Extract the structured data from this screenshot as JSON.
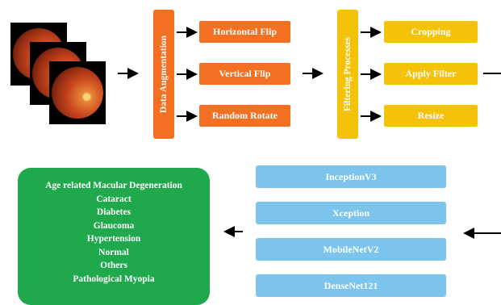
{
  "data_augmentation": {
    "label": "Data Augmentation",
    "steps": [
      "Horizontal Flip",
      "Vertical Flip",
      "Random Rotate"
    ]
  },
  "filtering": {
    "label": "Filtering Processes",
    "steps": [
      "Cropping",
      "Apply Filter",
      "Resize"
    ]
  },
  "models": [
    "InceptionV3",
    "Xception",
    "MobileNetV2",
    "DenseNet121"
  ],
  "outcomes": [
    "Age related Macular Degeneration",
    "Cataract",
    "Diabetes",
    "Glaucoma",
    "Hypertension",
    "Normal",
    "Others",
    "Pathological Myopia"
  ],
  "colors": {
    "augmentation": "#f36f21",
    "filtering": "#f5c20a",
    "models": "#7cc4ec",
    "outcomes": "#1fa94c"
  }
}
